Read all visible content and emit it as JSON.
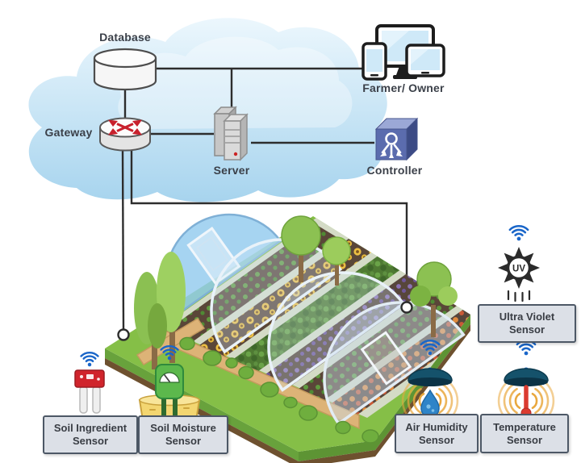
{
  "diagram": {
    "cloud_nodes": {
      "database": {
        "label": "Database"
      },
      "gateway": {
        "label": "Gateway"
      },
      "server": {
        "label": "Server"
      }
    },
    "external_nodes": {
      "farmer_owner": {
        "label": "Farmer/ Owner"
      },
      "controller": {
        "label": "Controller"
      }
    },
    "sensors": {
      "soil_ingredient": {
        "line1": "Soil Ingredient",
        "line2": "Sensor"
      },
      "soil_moisture": {
        "line1": "Soil Moisture",
        "line2": "Sensor"
      },
      "air_humidity": {
        "line1": "Air Humidity",
        "line2": "Sensor"
      },
      "temperature": {
        "line1": "Temperature",
        "line2": "Sensor"
      },
      "ultra_violet": {
        "line1": "Ultra Violet",
        "line2": "Sensor",
        "icon_text": "UV"
      }
    },
    "icons": {
      "wireless": "wifi-signal-icon",
      "database": "database-cylinder-icon",
      "gateway": "router-icon",
      "server": "server-towers-icon",
      "controller": "controller-cube-icon",
      "farmer_owner": "devices-icon",
      "soil_ingredient": "soil-probe-icon",
      "soil_moisture": "moisture-meter-icon",
      "air_humidity": "humidity-droplet-icon",
      "temperature": "thermometer-icon",
      "ultra_violet": "uv-sun-icon"
    },
    "colors": {
      "line_dark": "#2d2d2d",
      "cloud_blue": "#bfe0f2",
      "wifi_blue": "#1a66c9",
      "alert_red": "#c8202c",
      "controller_purple": "#5b6cae",
      "farm_green": "#85bf47",
      "soil_brown": "#5a4638",
      "path_tan": "#ddb377",
      "greenhouse_blue": "#93cbee",
      "label_box_bg": "#dce0e7",
      "label_box_border": "#4d5866",
      "sensor_dome_teal": "#15526b",
      "signal_orange": "#e9a83e",
      "droplet_blue": "#2e84c8",
      "thermometer_red": "#db3b30",
      "moisture_green": "#5cb84c",
      "mound_yellow": "#f3d671"
    }
  }
}
